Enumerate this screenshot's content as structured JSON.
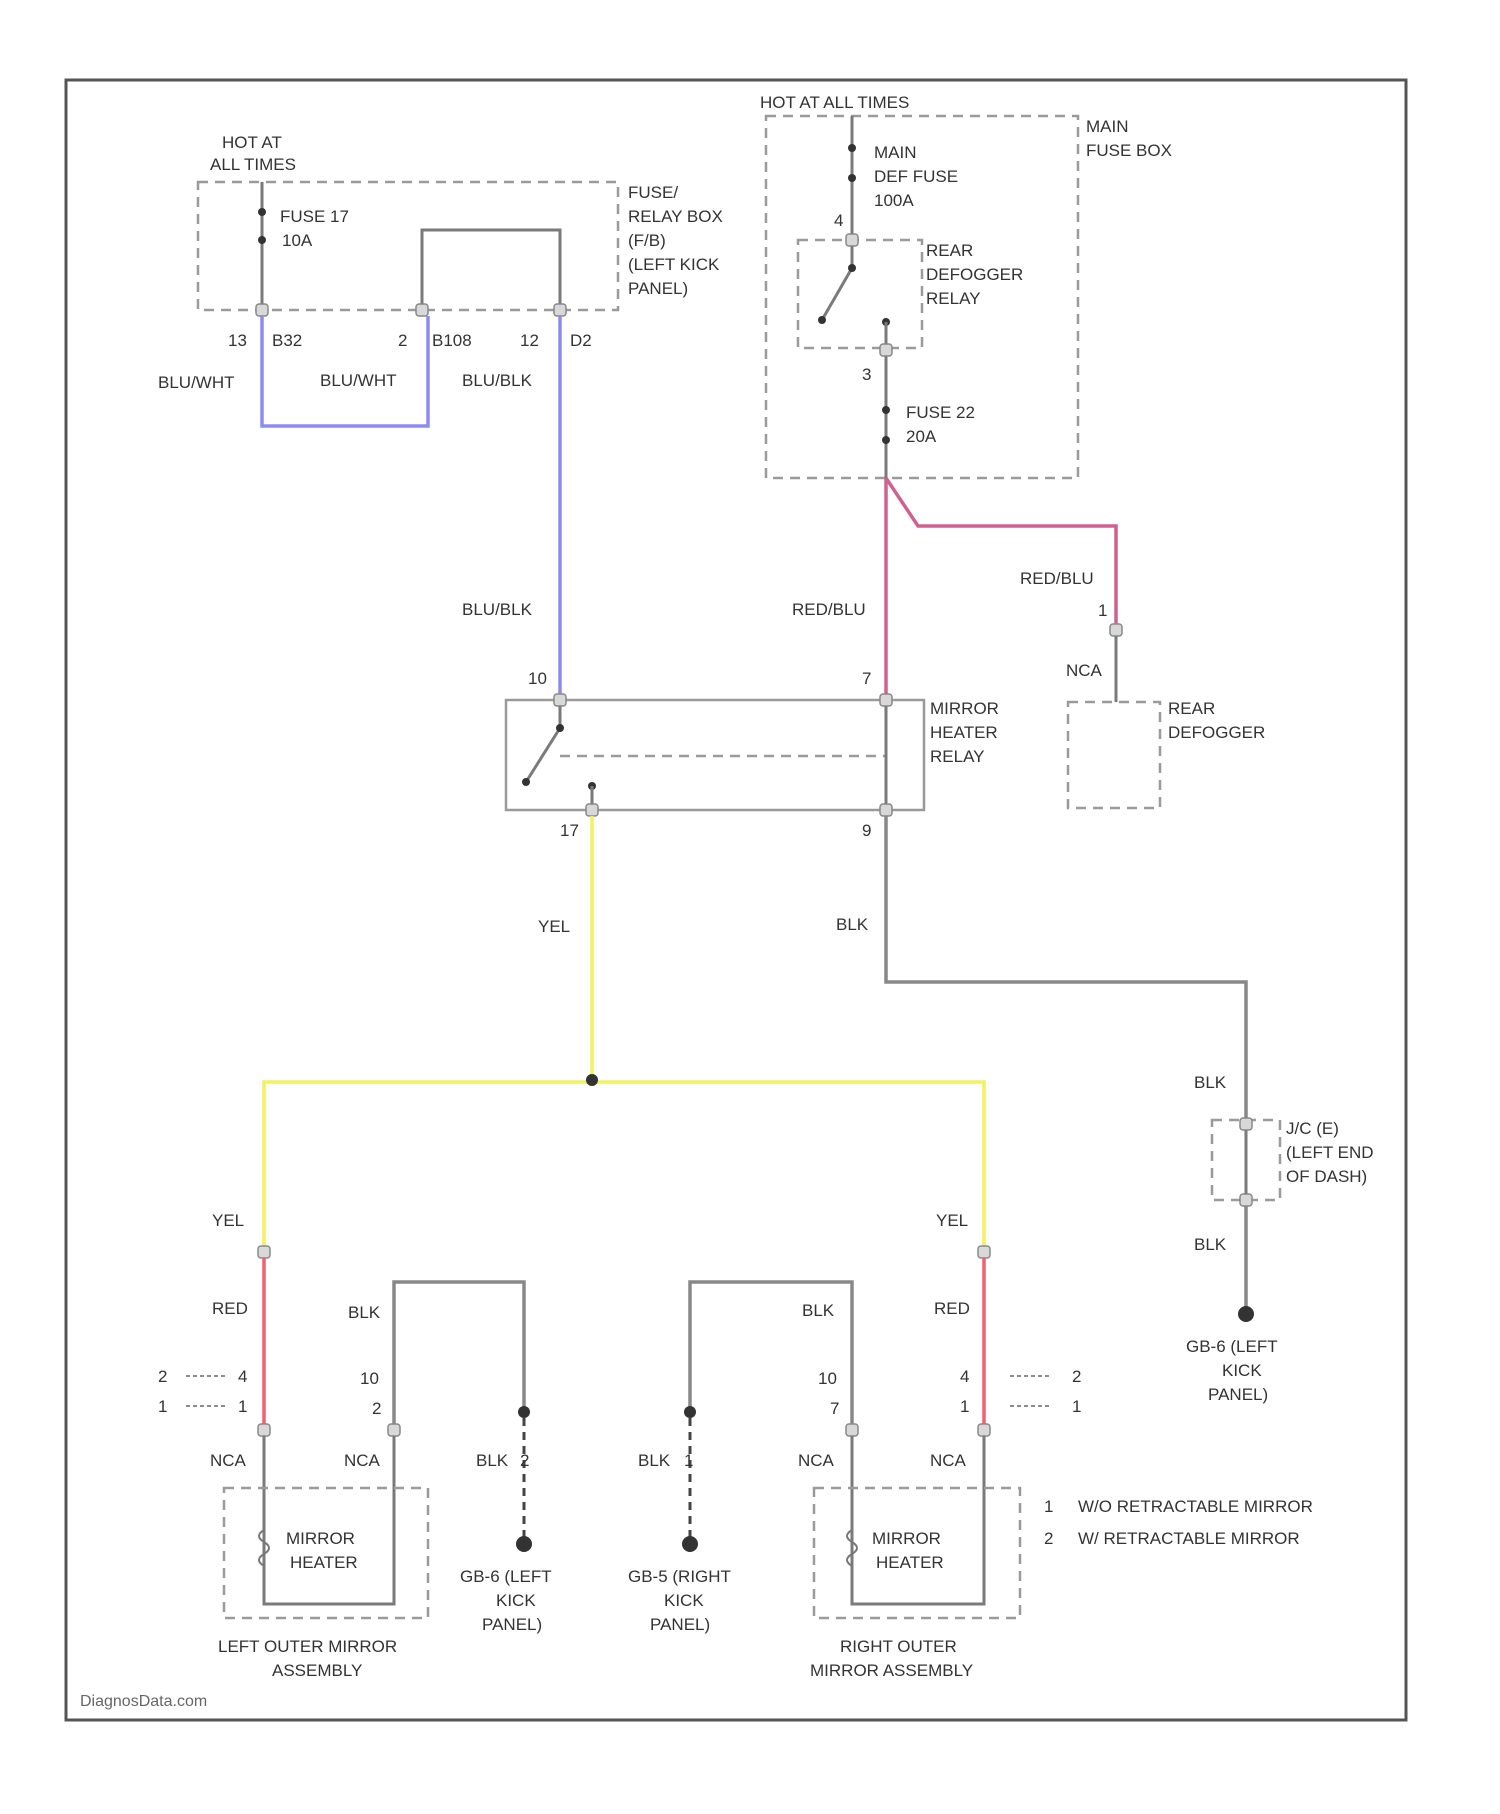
{
  "colors": {
    "blu_wht": "#8c8cf0",
    "blu_blk": "#8c8cf0",
    "red_blu": "#d06090",
    "yel": "#f4f060",
    "red": "#f06070",
    "blk": "#888888",
    "frame": "#555555"
  },
  "labels": {
    "hot_at_all_times_left_1": "HOT AT",
    "hot_at_all_times_left_2": "ALL TIMES",
    "fuse17_1": "FUSE 17",
    "fuse17_2": "10A",
    "fuse_relay_box_1": "FUSE/",
    "fuse_relay_box_2": "RELAY BOX",
    "fuse_relay_box_3": "(F/B)",
    "fuse_relay_box_4": "(LEFT KICK",
    "fuse_relay_box_5": "PANEL)",
    "pin_13": "13",
    "conn_b32": "B32",
    "pin_2": "2",
    "conn_b108": "B108",
    "pin_12": "12",
    "conn_d2": "D2",
    "hot_at_all_times_top": "HOT AT ALL TIMES",
    "main_fuse_box_1": "MAIN",
    "main_fuse_box_2": "FUSE BOX",
    "main_fuse_1": "MAIN",
    "main_fuse_2": "DEF FUSE",
    "main_fuse_3": "100A",
    "rear_def_relay_1": "REAR",
    "rear_def_relay_2": "DEFOGGER",
    "rear_def_relay_3": "RELAY",
    "pin_4": "4",
    "pin_3": "3",
    "fuse22_1": "FUSE 22",
    "fuse22_2": "20A",
    "w_blu_wht_1": "BLU/WHT",
    "w_blu_wht_2": "BLU/WHT",
    "w_blu_blk_1": "BLU/BLK",
    "w_blu_blk_2": "BLU/BLK",
    "w_red_blu_1": "RED/BLU",
    "w_red_blu_2": "RED/BLU",
    "pin_1_reardef": "1",
    "nca_reardef": "NCA",
    "rear_defogger_1": "REAR",
    "rear_defogger_2": "DEFOGGER",
    "pin_10": "10",
    "pin_7": "7",
    "mirror_heater_relay_1": "MIRROR",
    "mirror_heater_relay_2": "HEATER",
    "mirror_heater_relay_3": "RELAY",
    "pin_17": "17",
    "pin_9": "9",
    "w_yel_main": "YEL",
    "w_blk_main": "BLK",
    "w_blk_jc1": "BLK",
    "jc_1": "J/C (E)",
    "jc_2": "(LEFT END",
    "jc_3": "OF DASH)",
    "w_blk_jc2": "BLK",
    "g6_left_kick_a_1": "GB-6 (LEFT",
    "g6_left_kick_a_2": "KICK",
    "g6_left_kick_a_3": "PANEL)",
    "w_yel_left": "YEL",
    "w_yel_right": "YEL",
    "w_red_left": "RED",
    "w_red_right": "RED",
    "w_blk_left": "BLK",
    "w_blk_right": "BLK",
    "opt_l_2": "2",
    "opt_l_1": "1",
    "pin_l_4": "4",
    "pin_l_1": "1",
    "pin_l_10": "10",
    "pin_l_2": "2",
    "pin_r_10": "10",
    "pin_r_7": "7",
    "pin_r_4": "4",
    "pin_r_1": "1",
    "opt_r_2": "2",
    "opt_r_1": "1",
    "nca_l1": "NCA",
    "nca_l2": "NCA",
    "nca_r1": "NCA",
    "nca_r2": "NCA",
    "blk_l_opt": "BLK",
    "blk_l_num": "2",
    "blk_r_opt": "BLK",
    "blk_r_num": "1",
    "mirror_heater_l_1": "MIRROR",
    "mirror_heater_l_2": "HEATER",
    "mirror_heater_r_1": "MIRROR",
    "mirror_heater_r_2": "HEATER",
    "left_outer_1": "LEFT OUTER MIRROR",
    "left_outer_2": "ASSEMBLY",
    "right_outer_1": "RIGHT OUTER",
    "right_outer_2": "MIRROR ASSEMBLY",
    "g6_left_kick_b_1": "GB-6 (LEFT",
    "g6_left_kick_b_2": "KICK",
    "g6_left_kick_b_3": "PANEL)",
    "g6_right_kick_1": "GB-5 (RIGHT",
    "g6_right_kick_2": "KICK",
    "g6_right_kick_3": "PANEL)",
    "legend_1_num": "1",
    "legend_1_text": "W/O RETRACTABLE MIRROR",
    "legend_2_num": "2",
    "legend_2_text": "W/ RETRACTABLE MIRROR",
    "watermark": "DiagnosData.com"
  }
}
